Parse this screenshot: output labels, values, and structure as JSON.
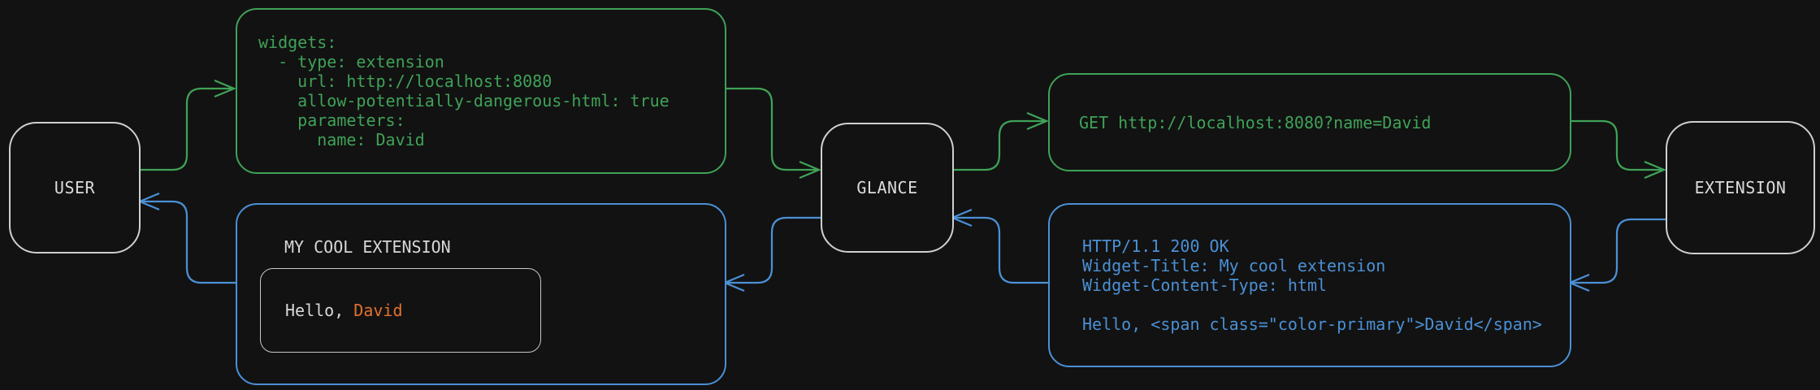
{
  "colors": {
    "background": "#121212",
    "green": "#3fa257",
    "blue": "#4b90d5",
    "orange_accent": "#e2712e",
    "node_border": "#cfcfcf",
    "text": "#d8d8d8"
  },
  "nodes": {
    "user": {
      "label": "USER"
    },
    "glance": {
      "label": "GLANCE"
    },
    "extension": {
      "label": "EXTENSION"
    }
  },
  "config_box": {
    "code": "widgets:\n  - type: extension\n    url: http://localhost:8080\n    allow-potentially-dangerous-html: true\n    parameters:\n      name: David"
  },
  "request_box": {
    "text": "GET http://localhost:8080?name=David"
  },
  "response_box": {
    "code": "HTTP/1.1 200 OK\nWidget-Title: My cool extension\nWidget-Content-Type: html\n\nHello, <span class=\"color-primary\">David</span>"
  },
  "widget_box": {
    "title": "MY COOL EXTENSION",
    "greeting_prefix": "Hello, ",
    "greeting_name": "David"
  }
}
